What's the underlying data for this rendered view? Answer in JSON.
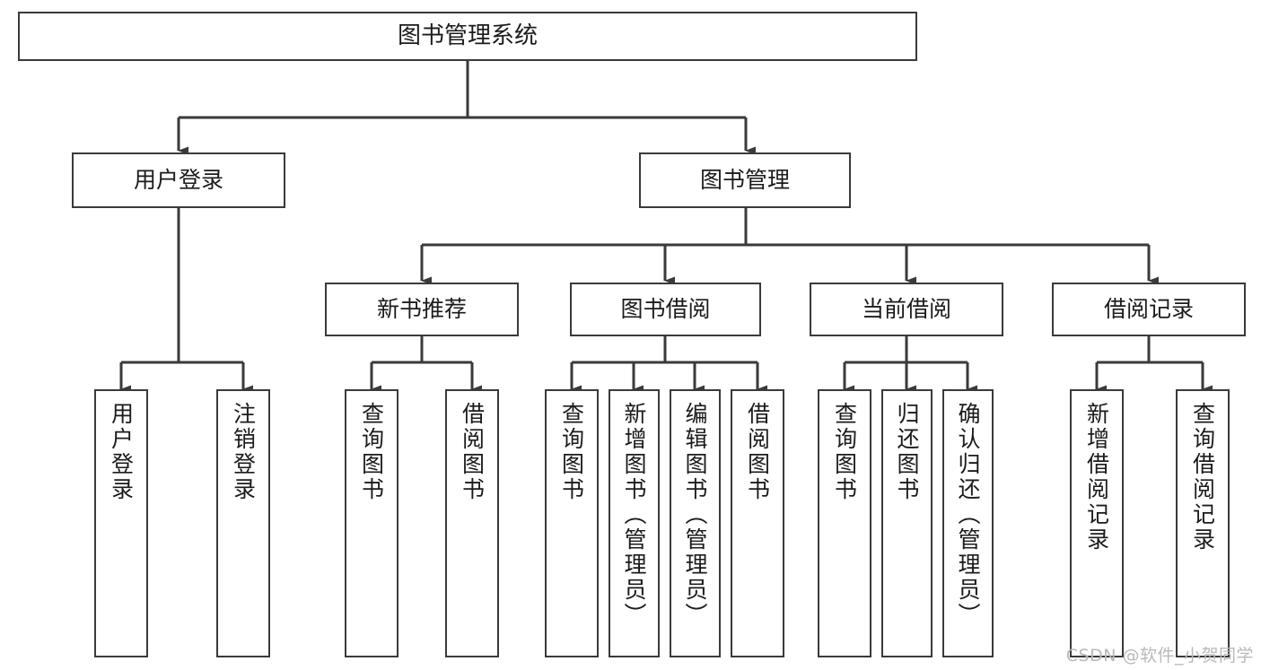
{
  "diagram": {
    "type": "hierarchy-tree",
    "title": "图书管理系统",
    "root": {
      "label": "图书管理系统"
    },
    "level2": [
      {
        "label": "用户登录"
      },
      {
        "label": "图书管理"
      }
    ],
    "level3": [
      {
        "label": "新书推荐"
      },
      {
        "label": "图书借阅"
      },
      {
        "label": "当前借阅"
      },
      {
        "label": "借阅记录"
      }
    ],
    "leaves": {
      "user_login": [
        {
          "label": "用户登录"
        },
        {
          "label": "注销登录"
        }
      ],
      "new_book_recommend": [
        {
          "label": "查询图书"
        },
        {
          "label": "借阅图书"
        }
      ],
      "book_borrow": [
        {
          "label": "查询图书"
        },
        {
          "label": "新增图书（管理员）"
        },
        {
          "label": "编辑图书（管理员）"
        },
        {
          "label": "借阅图书"
        }
      ],
      "current_borrow": [
        {
          "label": "查询图书"
        },
        {
          "label": "归还图书"
        },
        {
          "label": "确认归还（管理员）"
        }
      ],
      "borrow_record": [
        {
          "label": "新增借阅记录"
        },
        {
          "label": "查询借阅记录"
        }
      ]
    }
  },
  "watermark": {
    "text": "CSDN @软件_小贺同学"
  },
  "colors": {
    "stroke": "#3a3a3a",
    "fill": "#ffffff",
    "text": "#1b1b1b",
    "watermark": "#b9b9b9"
  }
}
